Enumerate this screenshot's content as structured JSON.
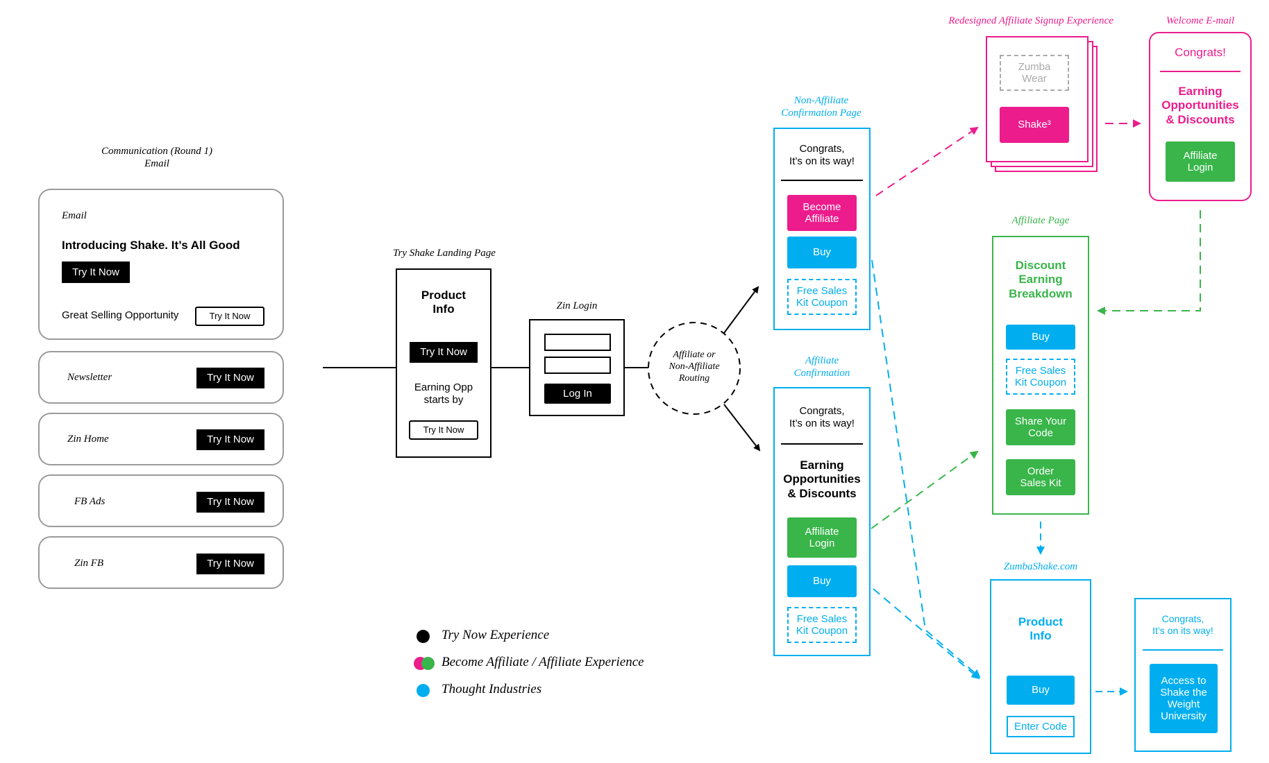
{
  "comm": {
    "caption": "Communication (Round 1)\nEmail",
    "email_label": "Email",
    "email_title": "Introducing Shake. It’s All Good",
    "email_button": "Try It Now",
    "email_opportunity": "Great Selling Opportunity",
    "email_opportunity_button": "Try It Now",
    "rows": [
      {
        "label": "Newsletter",
        "button": "Try It Now"
      },
      {
        "label": "Zin Home",
        "button": "Try It Now"
      },
      {
        "label": "FB Ads",
        "button": "Try It Now"
      },
      {
        "label": "Zin FB",
        "button": "Try It Now"
      }
    ]
  },
  "landing": {
    "caption": "Try Shake Landing Page",
    "title": "Product\nInfo",
    "button": "Try It Now",
    "opp_text": "Earning Opp\nstarts by",
    "opp_button": "Try It Now"
  },
  "login": {
    "caption": "Zin Login",
    "button": "Log In"
  },
  "routing": {
    "label": "Affiliate or\nNon-Affiliate\nRouting"
  },
  "non_affiliate": {
    "caption": "Non-Affiliate\nConfirmation Page",
    "congrats": "Congrats,\nIt’s on its way!",
    "become": "Become\nAffiliate",
    "buy": "Buy",
    "coupon": "Free Sales\nKit Coupon"
  },
  "affiliate_conf": {
    "caption": "Affiliate\nConfirmation",
    "congrats": "Congrats,\nIt’s on its way!",
    "heading": "Earning\nOpportunities\n& Discounts",
    "login": "Affiliate\nLogin",
    "buy": "Buy",
    "coupon": "Free Sales\nKit Coupon"
  },
  "signup": {
    "caption": "Redesigned Affiliate Signup Experience",
    "wear": "Zumba\nWear",
    "shake": "Shake³"
  },
  "welcome": {
    "caption": "Welcome E-mail",
    "congrats": "Congrats!",
    "heading": "Earning\nOpportunities\n& Discounts",
    "login": "Affiliate\nLogin"
  },
  "affiliate_page": {
    "caption": "Affiliate Page",
    "heading": "Discount\nEarning\nBreakdown",
    "buy": "Buy",
    "coupon": "Free Sales\nKit Coupon",
    "share": "Share Your\nCode",
    "order": "Order\nSales Kit"
  },
  "zumbashake": {
    "caption": "ZumbaShake.com",
    "title": "Product\nInfo",
    "buy": "Buy",
    "code": "Enter Code"
  },
  "university": {
    "congrats": "Congrats,\nIt’s on its way!",
    "access": "Access to\nShake the\nWeight\nUniversity"
  },
  "legend": [
    {
      "label": "Try Now Experience",
      "colors": [
        "#000000"
      ]
    },
    {
      "label": "Become Affiliate / Affiliate Experience",
      "colors": [
        "#ec1c8c",
        "#39b54a"
      ]
    },
    {
      "label": "Thought Industries",
      "colors": [
        "#00aeef"
      ]
    }
  ],
  "colors": {
    "black": "#000000",
    "pink": "#ec1c8c",
    "green": "#39b54a",
    "cyan": "#00aeef",
    "grey": "#9a9a9a"
  }
}
